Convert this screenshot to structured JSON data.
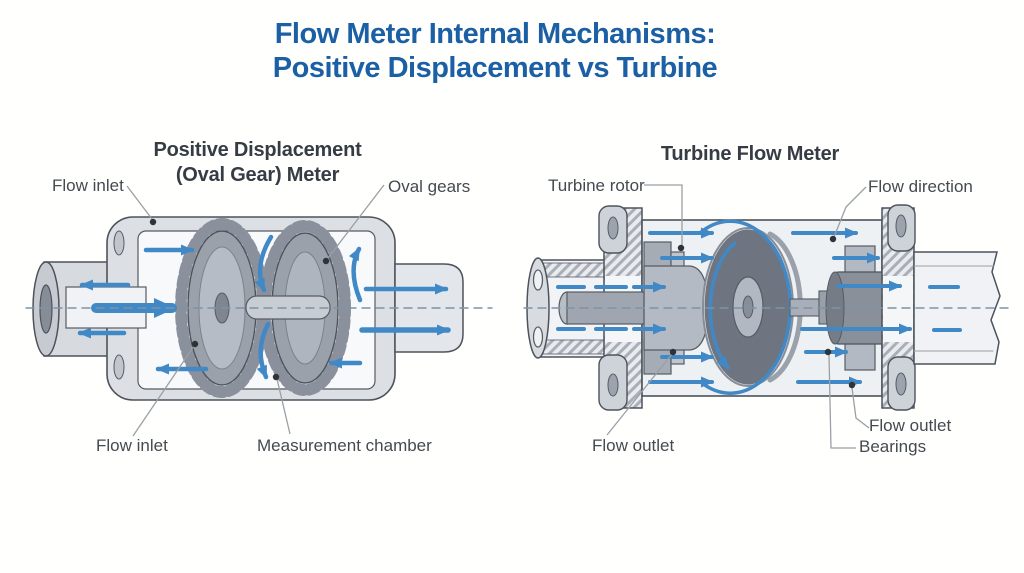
{
  "title": {
    "line1": "Flow Meter Internal Mechanisms:",
    "line2": "Positive Displacement vs Turbine"
  },
  "left_diagram": {
    "heading_line1": "Positive Displacement",
    "heading_line2": "(Oval Gear) Meter",
    "labels": {
      "flow_inlet_top": "Flow inlet",
      "oval_gears": "Oval gears",
      "flow_inlet_bottom": "Flow inlet",
      "measurement_chamber": "Measurement chamber"
    }
  },
  "right_diagram": {
    "heading": "Turbine Flow Meter",
    "labels": {
      "turbine_rotor": "Turbine rotor",
      "flow_direction": "Flow direction",
      "flow_outlet_bottom": "Flow outlet",
      "flow_outlet_right": "Flow outlet",
      "bearings": "Bearings"
    }
  },
  "colors": {
    "title_blue": "#1b5fa5",
    "heading_dark": "#363c44",
    "label_gray": "#454a51",
    "arrow_blue": "#4089c6",
    "body_gray": "#dcdfe4",
    "outline_dark": "#4d535b",
    "leader_gray": "#9aa0a6",
    "centerline_blue_gray": "#7d93a8"
  }
}
